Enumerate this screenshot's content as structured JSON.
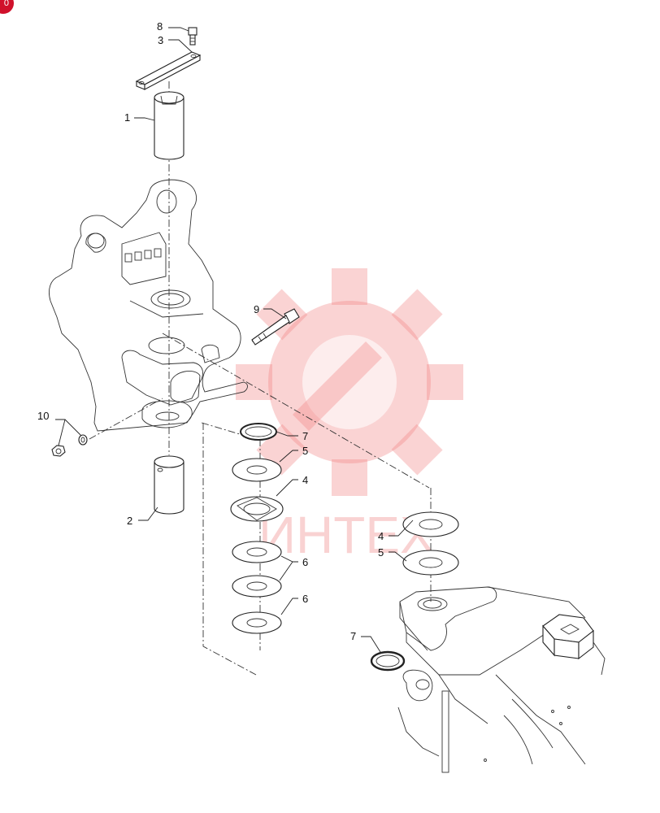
{
  "corner_badge": {
    "text": "0",
    "color": "#d0112b"
  },
  "watermark": {
    "text": "ИНТЕХ",
    "icon": "gear-wrench-logo",
    "color": "#f08080"
  },
  "callouts": {
    "c1": "1",
    "c2": "2",
    "c3": "3",
    "c4a": "4",
    "c4b": "4",
    "c5a": "5",
    "c5b": "5",
    "c6a": "6",
    "c6b": "6",
    "c7a": "7",
    "c7b": "7",
    "c8": "8",
    "c9": "9",
    "c10": "10"
  }
}
